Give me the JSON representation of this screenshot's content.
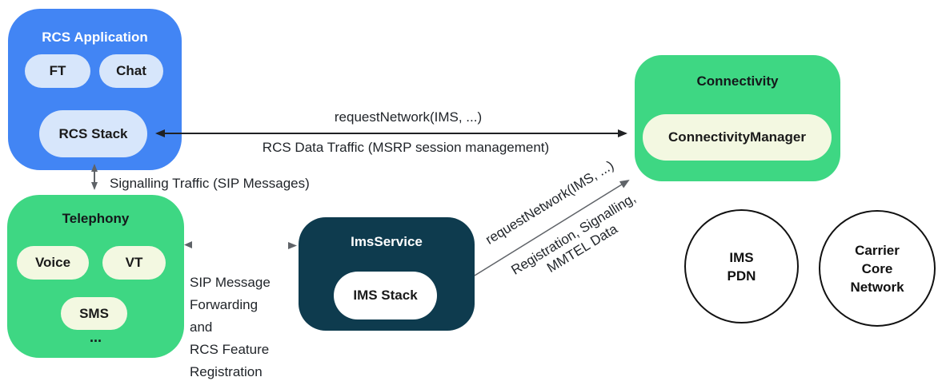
{
  "palette": {
    "bg": "#ffffff",
    "blue": "#4285F4",
    "light_blue": "#D7E6FB",
    "green": "#3ED783",
    "pale_yellow": "#F3F8E1",
    "navy": "#0E3B4E",
    "arrow_black": "#202124",
    "arrow_gray": "#5F6368"
  },
  "rcs_application": {
    "title": "RCS Application",
    "ft": "FT",
    "chat": "Chat",
    "rcs_stack": "RCS Stack"
  },
  "telephony": {
    "title": "Telephony",
    "voice": "Voice",
    "vt": "VT",
    "sms": "SMS",
    "more": "..."
  },
  "ims_service": {
    "title": "ImsService",
    "ims_stack": "IMS Stack"
  },
  "connectivity": {
    "title": "Connectivity",
    "manager": "ConnectivityManager"
  },
  "ims_pdn": {
    "lines": [
      "IMS",
      "PDN"
    ]
  },
  "carrier_core_network": {
    "lines": [
      "Carrier",
      "Core",
      "Network"
    ]
  },
  "edges": {
    "request_network": "requestNetwork(IMS, ...)",
    "rcs_data_traffic": "RCS Data Traffic (MSRP session management)",
    "signalling_traffic": "Signalling Traffic (SIP Messages)",
    "sip_forwarding_lines": [
      "SIP Message",
      "Forwarding",
      "and",
      "RCS Feature",
      "Registration"
    ],
    "request_network_diagonal": "requestNetwork(IMS, ...)",
    "registration_signalling": "Registration, Signalling,",
    "mmtel_data": "MMTEL Data"
  }
}
